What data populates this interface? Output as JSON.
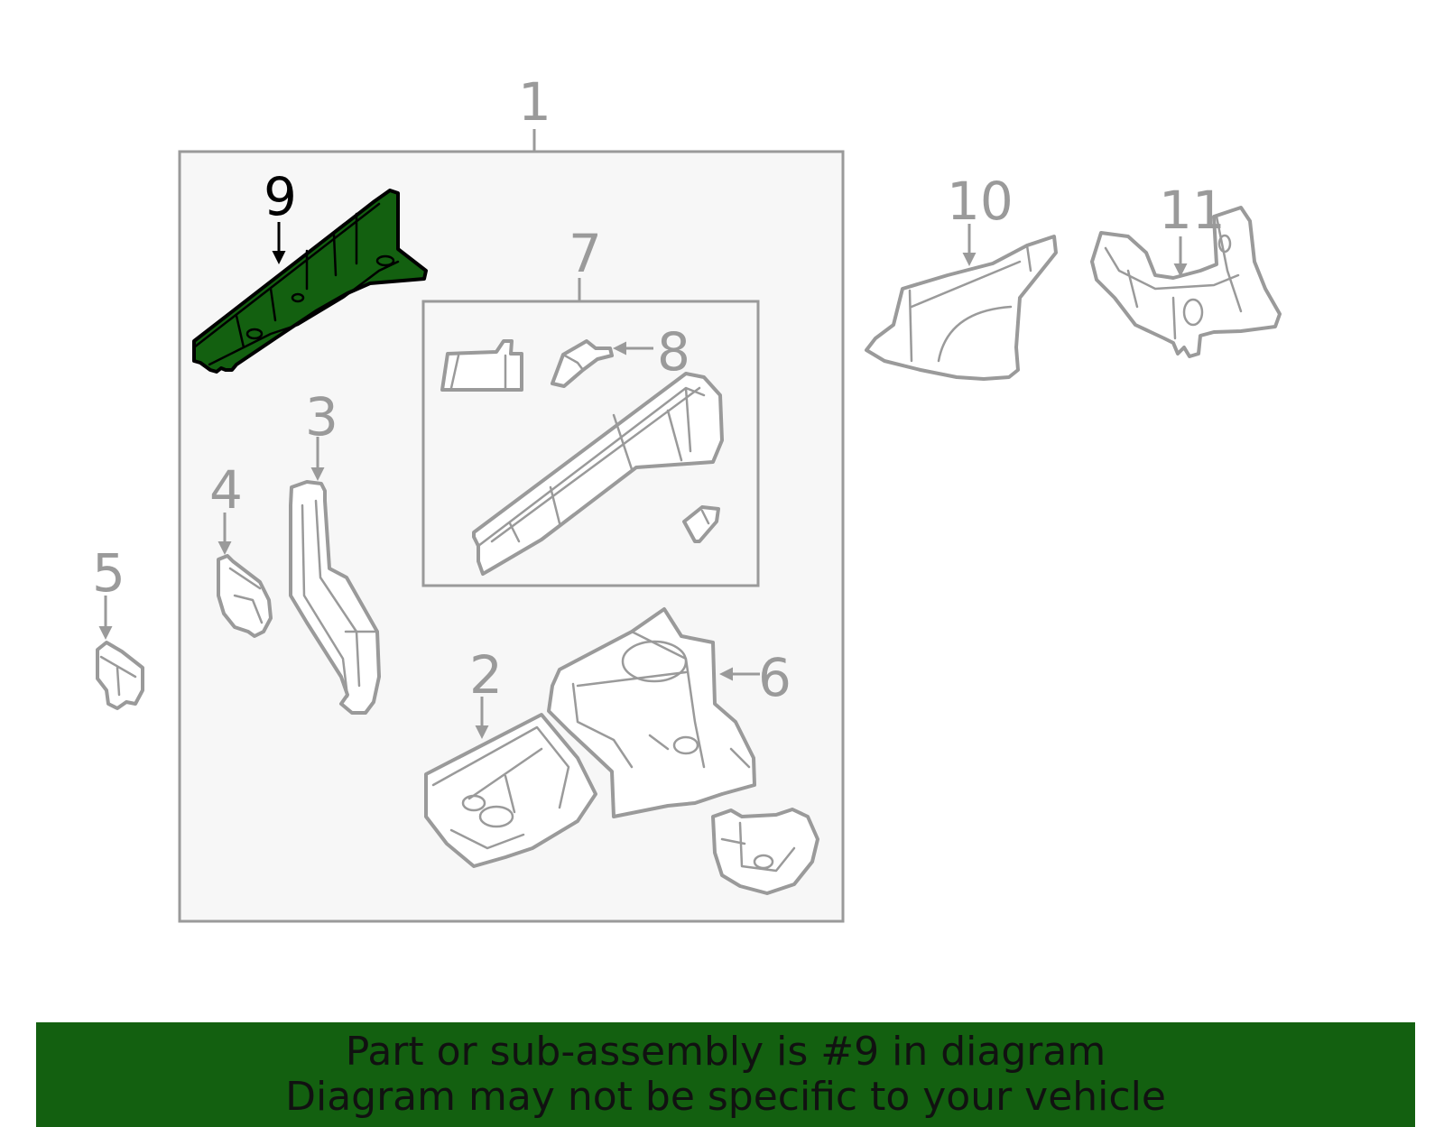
{
  "callouts": {
    "c1": "1",
    "c2": "2",
    "c3": "3",
    "c4": "4",
    "c5": "5",
    "c6": "6",
    "c7": "7",
    "c8": "8",
    "c9": "9",
    "c10": "10",
    "c11": "11"
  },
  "banner": {
    "line1": "Part or sub-assembly is #9 in diagram",
    "line2": "Diagram may not be specific to your vehicle"
  },
  "colors": {
    "highlight": "#136010",
    "banner": "#136010",
    "line": "#9a9a9a",
    "box_fill": "#f7f7f7"
  }
}
